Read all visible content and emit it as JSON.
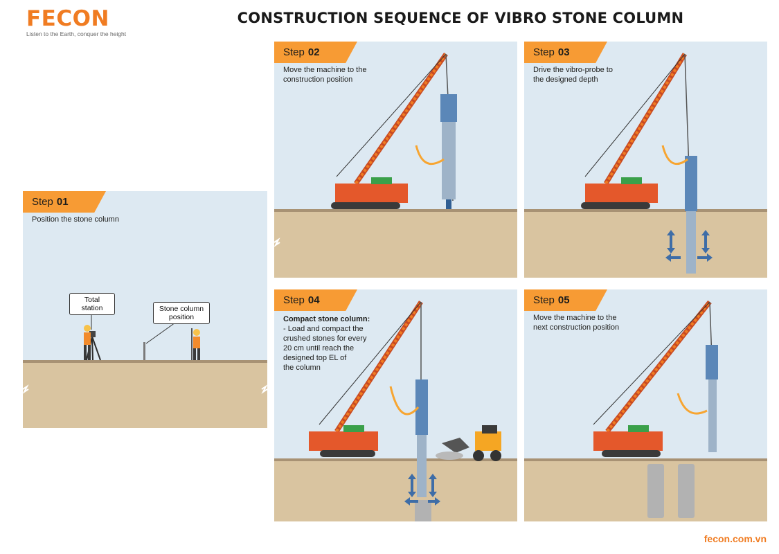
{
  "brand": {
    "name": "FECON",
    "tagline": "Listen to the Earth, conquer the height",
    "accent_color": "#f07c22",
    "website": "fecon.com.vn"
  },
  "title": "CONSTRUCTION SEQUENCE OF VIBRO STONE COLUMN",
  "colors": {
    "sky": "#dde9f2",
    "soil": "#d9c4a0",
    "ground_line": "#a89274",
    "crane_body": "#e4582b",
    "probe": "#5b87b8",
    "badge": "#f79b34"
  },
  "steps": [
    {
      "id": "01",
      "label": "Step",
      "number": "01",
      "description": "Position the stone column",
      "callouts": [
        "Total\nstation",
        "Stone column\nposition"
      ]
    },
    {
      "id": "02",
      "label": "Step",
      "number": "02",
      "description": "Move the machine to the\nconstruction position"
    },
    {
      "id": "03",
      "label": "Step",
      "number": "03",
      "description": "Drive the vibro-probe to\nthe designed depth"
    },
    {
      "id": "04",
      "label": "Step",
      "number": "04",
      "description_title": "Compact stone column:",
      "description": "- Load and compact the\ncrushed stones for every\n20 cm until reach the\ndesigned top EL of\nthe column"
    },
    {
      "id": "05",
      "label": "Step",
      "number": "05",
      "description": "Move the machine to the\nnext construction position"
    }
  ]
}
